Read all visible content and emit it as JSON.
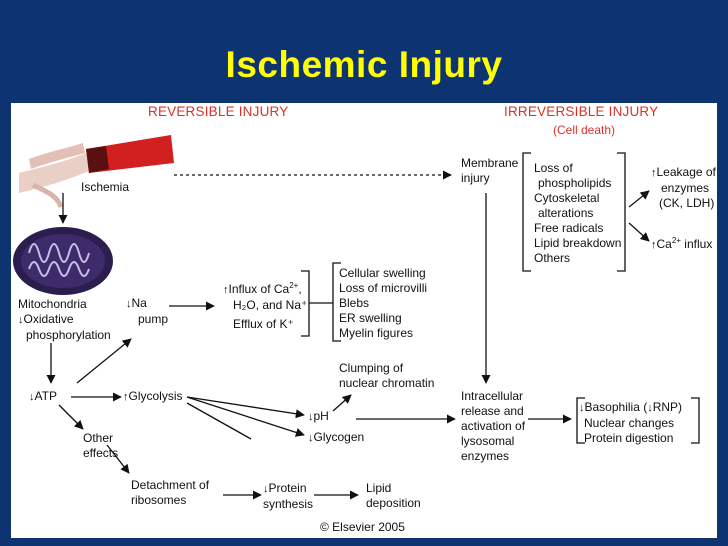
{
  "slide": {
    "title": "Ischemic Injury"
  },
  "headers": {
    "reversible": "REVERSIBLE INJURY",
    "irreversible": "IRREVERSIBLE INJURY",
    "cell_death": "(Cell death)"
  },
  "nodes": {
    "ischemia": "Ischemia",
    "mito_1": "Mitochondria",
    "mito_2": "Oxidative",
    "mito_3": "phosphorylation",
    "na_1": "Na",
    "na_2": "pump",
    "atp": "ATP",
    "glycolysis": "Glycolysis",
    "other_1": "Other",
    "other_2": "effects",
    "influx_1": "Influx of Ca",
    "influx_sup": "2+",
    "influx_2": "H₂O, and Na⁺",
    "efflux": "Efflux of K⁺",
    "swelling": [
      "Cellular swelling",
      "Loss of microvilli",
      "Blebs",
      "ER swelling",
      "Myelin figures"
    ],
    "clumping_1": "Clumping of",
    "clumping_2": "nuclear chromatin",
    "ph": "pH",
    "glycogen": "Glycogen",
    "detach_1": "Detachment of",
    "detach_2": "ribosomes",
    "protein_1": "Protein",
    "protein_2": "synthesis",
    "lipid_1": "Lipid",
    "lipid_2": "deposition",
    "membrane_1": "Membrane",
    "membrane_2": "injury",
    "losses": [
      "Loss of",
      "phospholipids",
      "Cytoskeletal",
      "alterations",
      "Free radicals",
      "Lipid breakdown",
      "Others"
    ],
    "leak_1": "Leakage of",
    "leak_2": "enzymes",
    "leak_3": "(CK, LDH)",
    "ca_influx": "Ca",
    "ca_sup": "2+",
    "ca_influx_2": " influx",
    "intra": [
      "Intracellular",
      "release and",
      "activation of",
      "lysosomal",
      "enzymes"
    ],
    "basophilia": "Basophilia (",
    "rnp": "RNP)",
    "nuclear": "Nuclear changes",
    "digest": "Protein digestion"
  },
  "copyright": "© Elsevier 2005",
  "colors": {
    "background": "#0d3470",
    "title": "#ffff00",
    "header": "#d8322c",
    "vessel": "#d21f1f",
    "mito": "#2c1d4f"
  }
}
